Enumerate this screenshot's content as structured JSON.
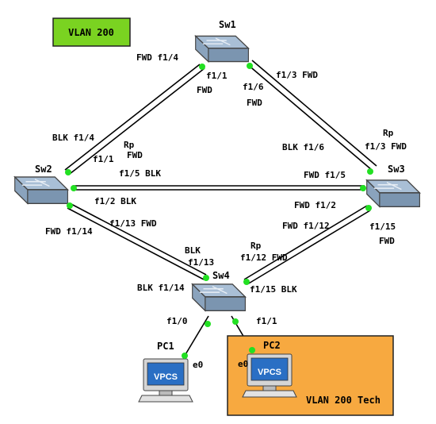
{
  "colors": {
    "vlan_box": "#7ad321",
    "tech_box": "#f7a940",
    "port_dot": "#22e022",
    "link": "#000000",
    "switch_top": "#9db4cc",
    "switch_front": "#6f8aa6"
  },
  "vlan_label": "VLAN 200",
  "tech_label": "VLAN 200 Tech",
  "devices": {
    "sw1": "Sw1",
    "sw2": "Sw2",
    "sw3": "Sw3",
    "sw4": "Sw4",
    "pc1": "PC1",
    "pc2": "PC2",
    "vpcs_text": "VPCS"
  },
  "labels": {
    "sw1_f14_fwd": "FWD f1/4",
    "sw1_f11": "f1/1",
    "sw1_f11_state": "FWD",
    "sw1_f13_fwd": "f1/3  FWD",
    "sw1_f16": "f1/6",
    "sw1_f16_state": "FWD",
    "sw2_blk_f14": "BLK f1/4",
    "sw2_rp": "Rp",
    "sw2_rp_fwd": "FWD",
    "sw2_f11": "f1/1",
    "sw2_f15_blk": "f1/5 BLK",
    "sw2_f12_blk": "f1/2 BLK",
    "sw2_f113_fwd": "f1/13 FWD",
    "sw2_fwd_f114": "FWD f1/14",
    "sw3_rp": "Rp",
    "sw3_f13_fwd": "f1/3  FWD",
    "sw3_blk_f16": "BLK f1/6",
    "sw3_fwd_f15": "FWD f1/5",
    "sw3_fwd_f12": "FWD f1/2",
    "sw3_fwd_f112": "FWD f1/12",
    "sw3_f115": "f1/15",
    "sw3_f115_state": "FWD",
    "sw4_blk": "BLK",
    "sw4_f113": "f1/13",
    "sw4_rp": "Rp",
    "sw4_f112_fwd": "f1/12 FWD",
    "sw4_blk_f114": "BLK f1/14",
    "sw4_f115_blk": "f1/15 BLK",
    "sw4_f10": "f1/0",
    "sw4_f11": "f1/1",
    "pc1_e0": "e0",
    "pc2_e0": "e0"
  }
}
